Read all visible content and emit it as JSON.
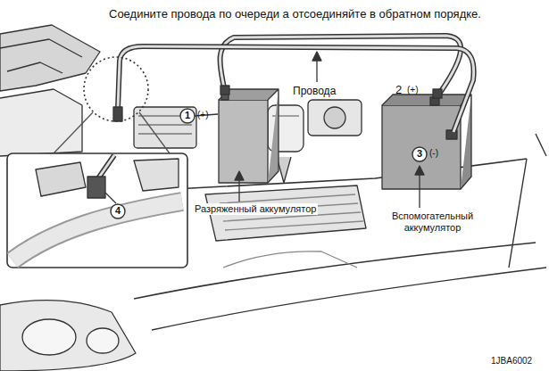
{
  "diagram": {
    "title": "Соедините провода по очереди а отсоединяйте в обратном порядке.",
    "labels": [
      "Провода",
      "2",
      "(+)",
      "1",
      "(+)",
      "3",
      "(-)",
      "Разряженный аккумулятор",
      "Вспомогательный аккумулятор",
      "4",
      "1JBA6002"
    ]
  }
}
